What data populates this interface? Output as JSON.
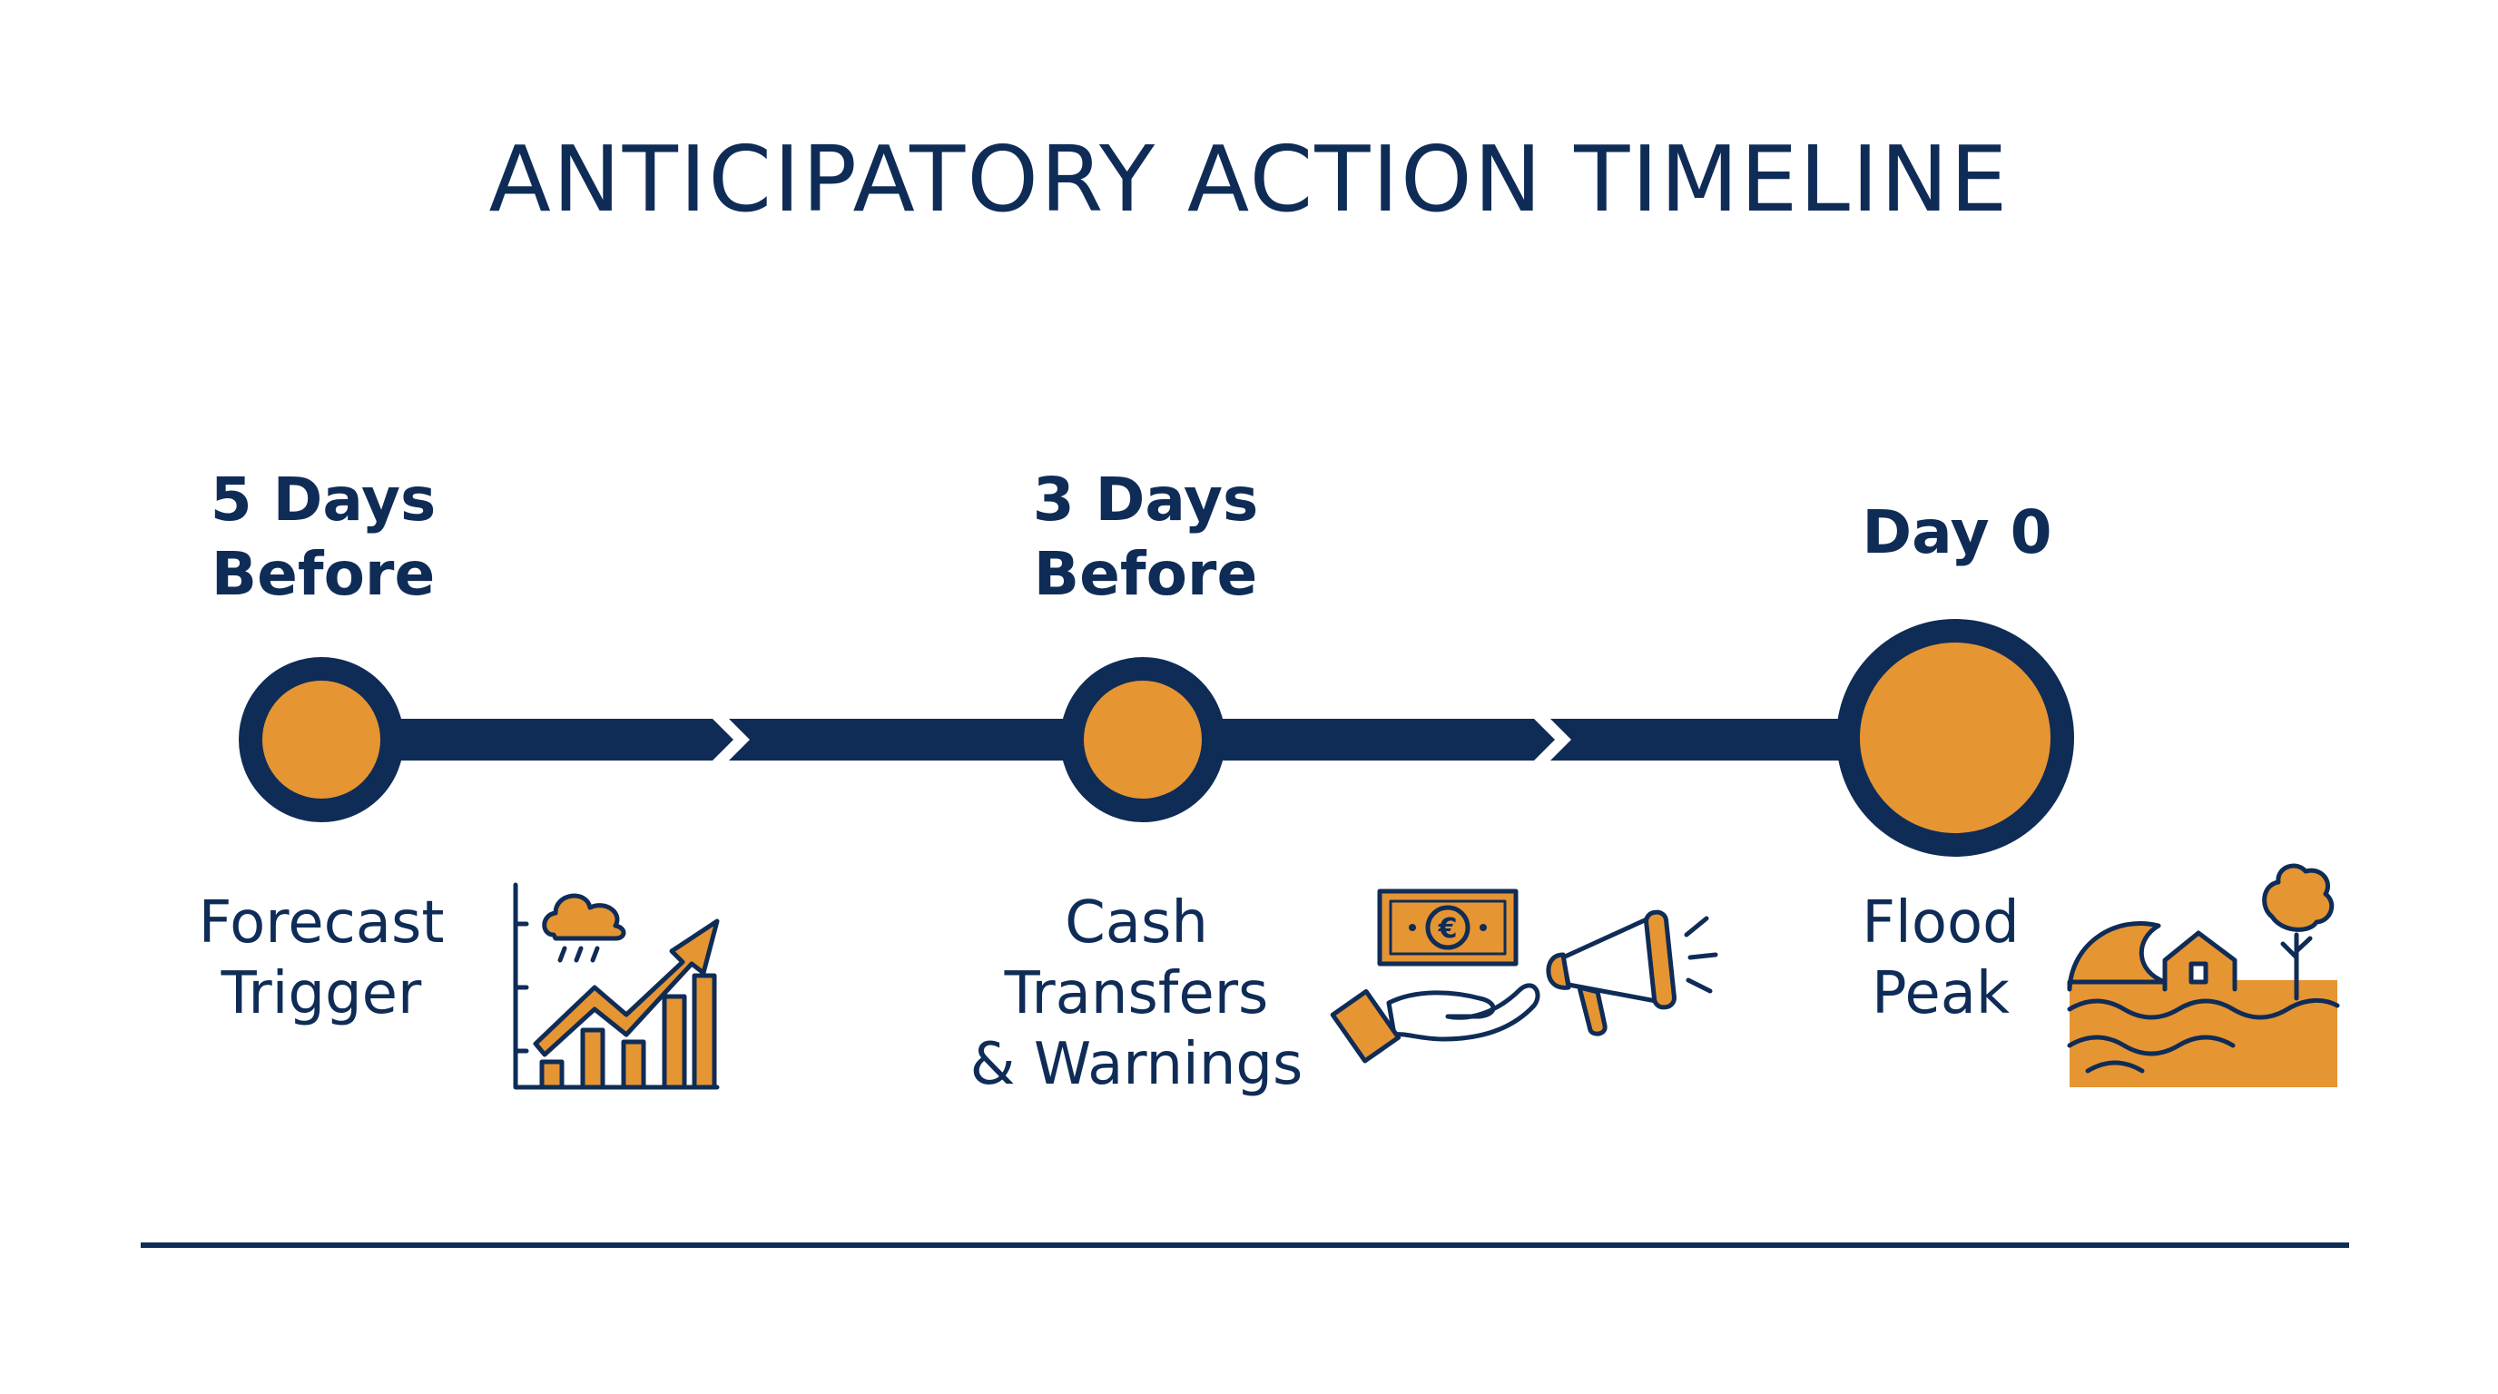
{
  "title": "ANTICIPATORY ACTION TIMELINE",
  "colors": {
    "navy": "#0f2c57",
    "orange": "#e69533",
    "background": "#ffffff"
  },
  "stages": [
    {
      "time_line1": "5 Days",
      "time_line2": "Before",
      "event_line1": "Forecast",
      "event_line2": "Trigger",
      "icon": "rising-forecast-chart-icon"
    },
    {
      "time_line1": "3 Days",
      "time_line2": "Before",
      "event_line1": "Cash",
      "event_line2": "Transfers",
      "event_line3": "& Warnings",
      "icons": [
        "cash-hand-icon",
        "megaphone-icon"
      ]
    },
    {
      "time_line1": "Day 0",
      "event_line1": "Flood",
      "event_line2": "Peak",
      "icon": "flood-wave-house-icon"
    }
  ]
}
